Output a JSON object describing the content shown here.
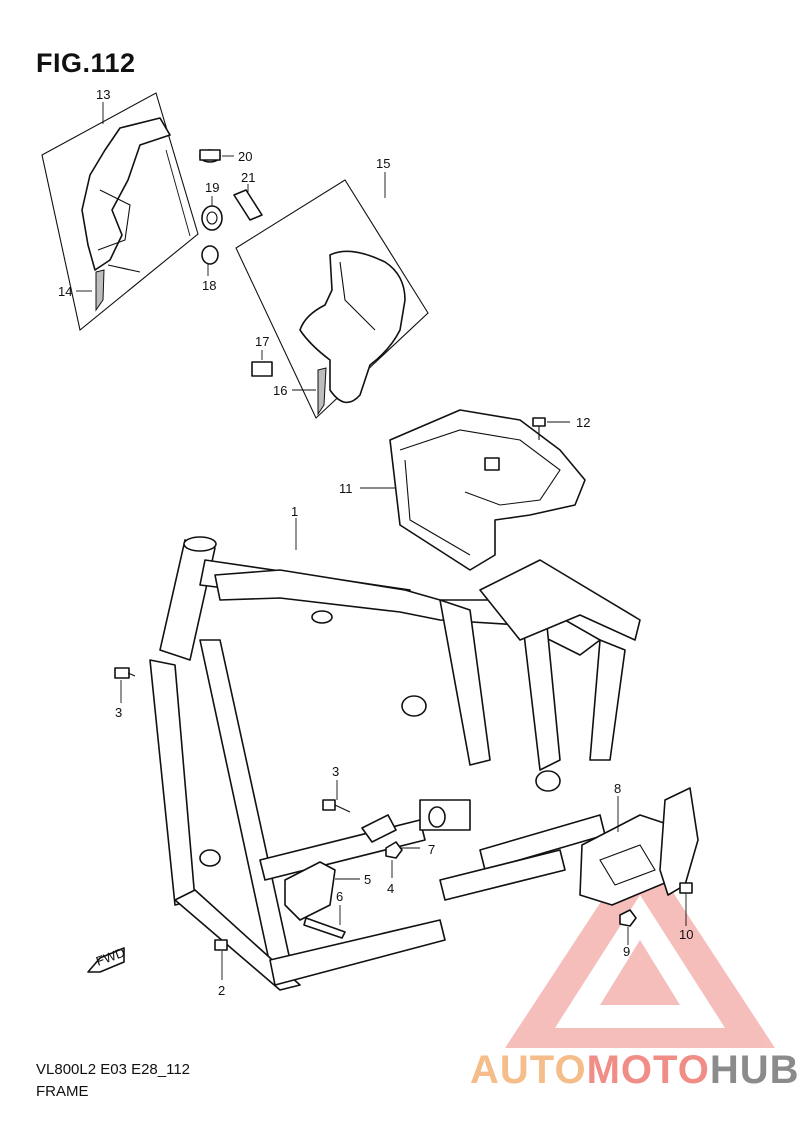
{
  "figure": {
    "title": "FIG.112",
    "code": "VL800L2 E03 E28_112",
    "name": "FRAME"
  },
  "callouts": [
    "1",
    "2",
    "3",
    "3",
    "4",
    "5",
    "6",
    "7",
    "8",
    "9",
    "10",
    "11",
    "12",
    "13",
    "14",
    "15",
    "16",
    "17",
    "18",
    "19",
    "20",
    "21"
  ],
  "direction_marker": "FWD",
  "watermark": {
    "part_a": "AUTO",
    "part_b": "MOTO",
    "part_c": "HUB",
    "colors": {
      "orange": "#f3b47a",
      "red": "#ef7e76",
      "gray": "#7c7c7c"
    }
  }
}
